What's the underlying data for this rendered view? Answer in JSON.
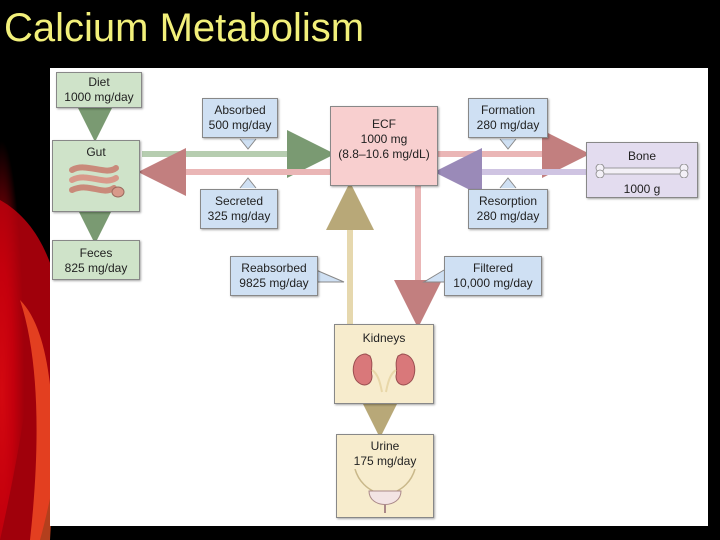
{
  "title": "Calcium Metabolism",
  "diagram": {
    "diet": {
      "name": "Diet",
      "value": "1000 mg/day"
    },
    "gut": {
      "name": "Gut"
    },
    "feces": {
      "name": "Feces",
      "value": "825 mg/day"
    },
    "ecf": {
      "name": "ECF",
      "amount": "1000 mg",
      "range": "(8.8–10.6 mg/dL)"
    },
    "bone": {
      "name": "Bone",
      "amount": "1000 g"
    },
    "kidneys": {
      "name": "Kidneys"
    },
    "urine": {
      "name": "Urine",
      "value": "175 mg/day"
    },
    "absorbed": {
      "name": "Absorbed",
      "value": "500 mg/day"
    },
    "secreted": {
      "name": "Secreted",
      "value": "325 mg/day"
    },
    "formation": {
      "name": "Formation",
      "value": "280 mg/day"
    },
    "resorption": {
      "name": "Resorption",
      "value": "280 mg/day"
    },
    "reabsorbed": {
      "name": "Reabsorbed",
      "value": "9825 mg/day"
    },
    "filtered": {
      "name": "Filtered",
      "value": "10,000 mg/day"
    }
  },
  "colors": {
    "gut_green": "#cfe3c9",
    "ecf_pink": "#f8cfcf",
    "bone_lavender": "#e3dcef",
    "kidney_cream": "#f7eccd",
    "label_blue": "#cfe0f3",
    "title_yellow": "#f2f07a"
  }
}
